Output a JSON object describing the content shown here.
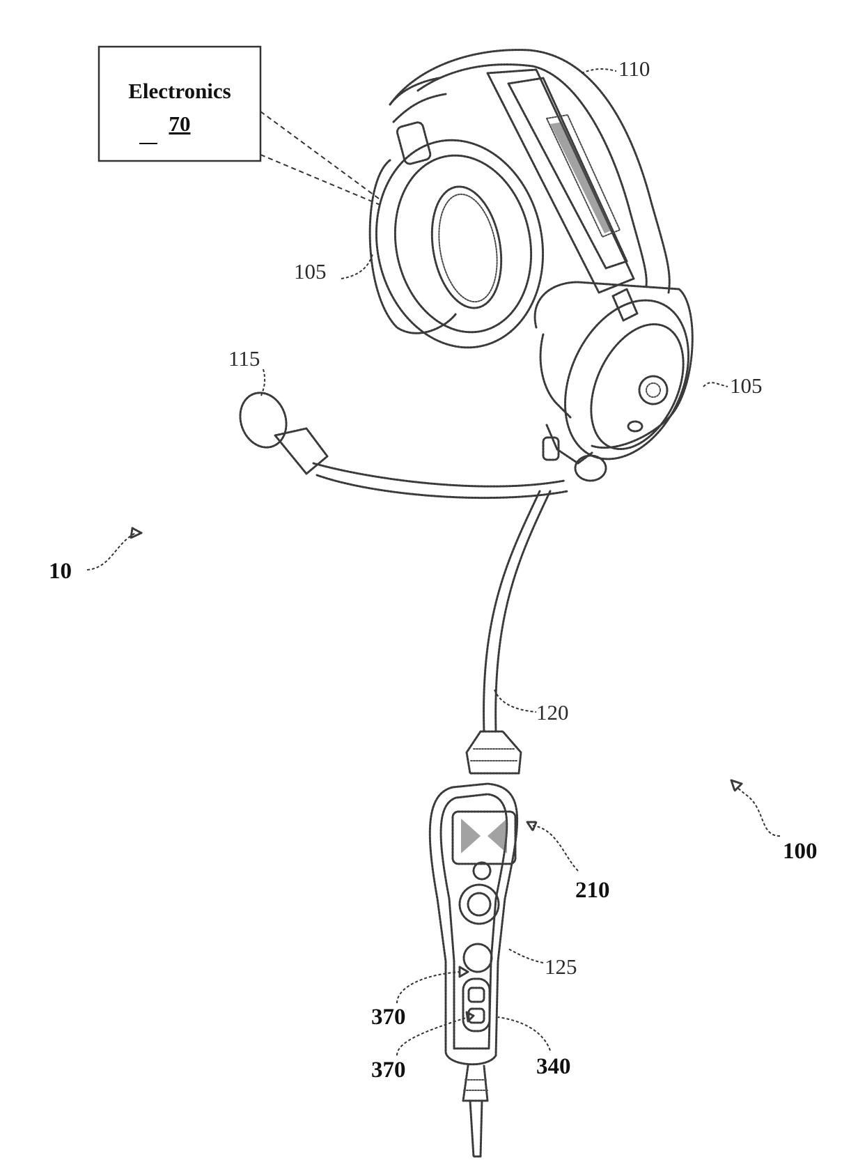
{
  "figure": {
    "electronics_box": {
      "title": "Electronics",
      "number": "70"
    },
    "labels": {
      "headband": "110",
      "left_earcup": "105",
      "right_earcup": "105",
      "microphone": "115",
      "system": "10",
      "cable": "120",
      "headset": "100",
      "control_module": "210",
      "control_housing": "125",
      "button_upper": "370",
      "button_lower": "370",
      "slider": "340"
    }
  }
}
